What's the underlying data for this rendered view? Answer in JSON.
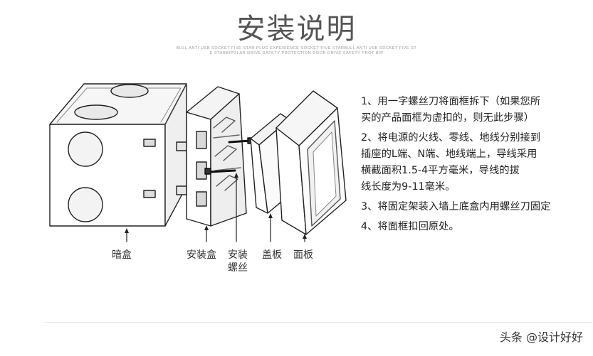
{
  "title": "安装说明",
  "subtitle_lines": [
    "BULL ANTI USB SOCKET FIVE STAR PLUG EXPERIENCE SOCKET FIVE STARBULL ANTI USB SOCKET FIVE ST",
    "E STARBIPOLAR DRIVE SAFETY PROTECTION DOOR  DRIVE SAFETY PROT BIP"
  ],
  "components": {
    "dark_box": "暗盒",
    "mount_box": "安装盒",
    "screw_line1": "安装",
    "screw_line2": "螺丝",
    "cover_plate": "盖板",
    "face_plate": "面板"
  },
  "steps": [
    "1、用一字螺丝刀将面框拆下（如果您所\n买的产品面框为虚扣的，则无此步骤）",
    "2、将电源的火线、零线、地线分别接到\n插座的L端、N端、地线端上，导线采用\n横截面积1.5-4平方毫米，导线的拔\n线长度为9-11毫米。",
    "3、将固定架装入墙上底盒内用螺丝刀固定",
    "4、将面框扣回原处。"
  ],
  "watermark": "头条 @设计好好"
}
